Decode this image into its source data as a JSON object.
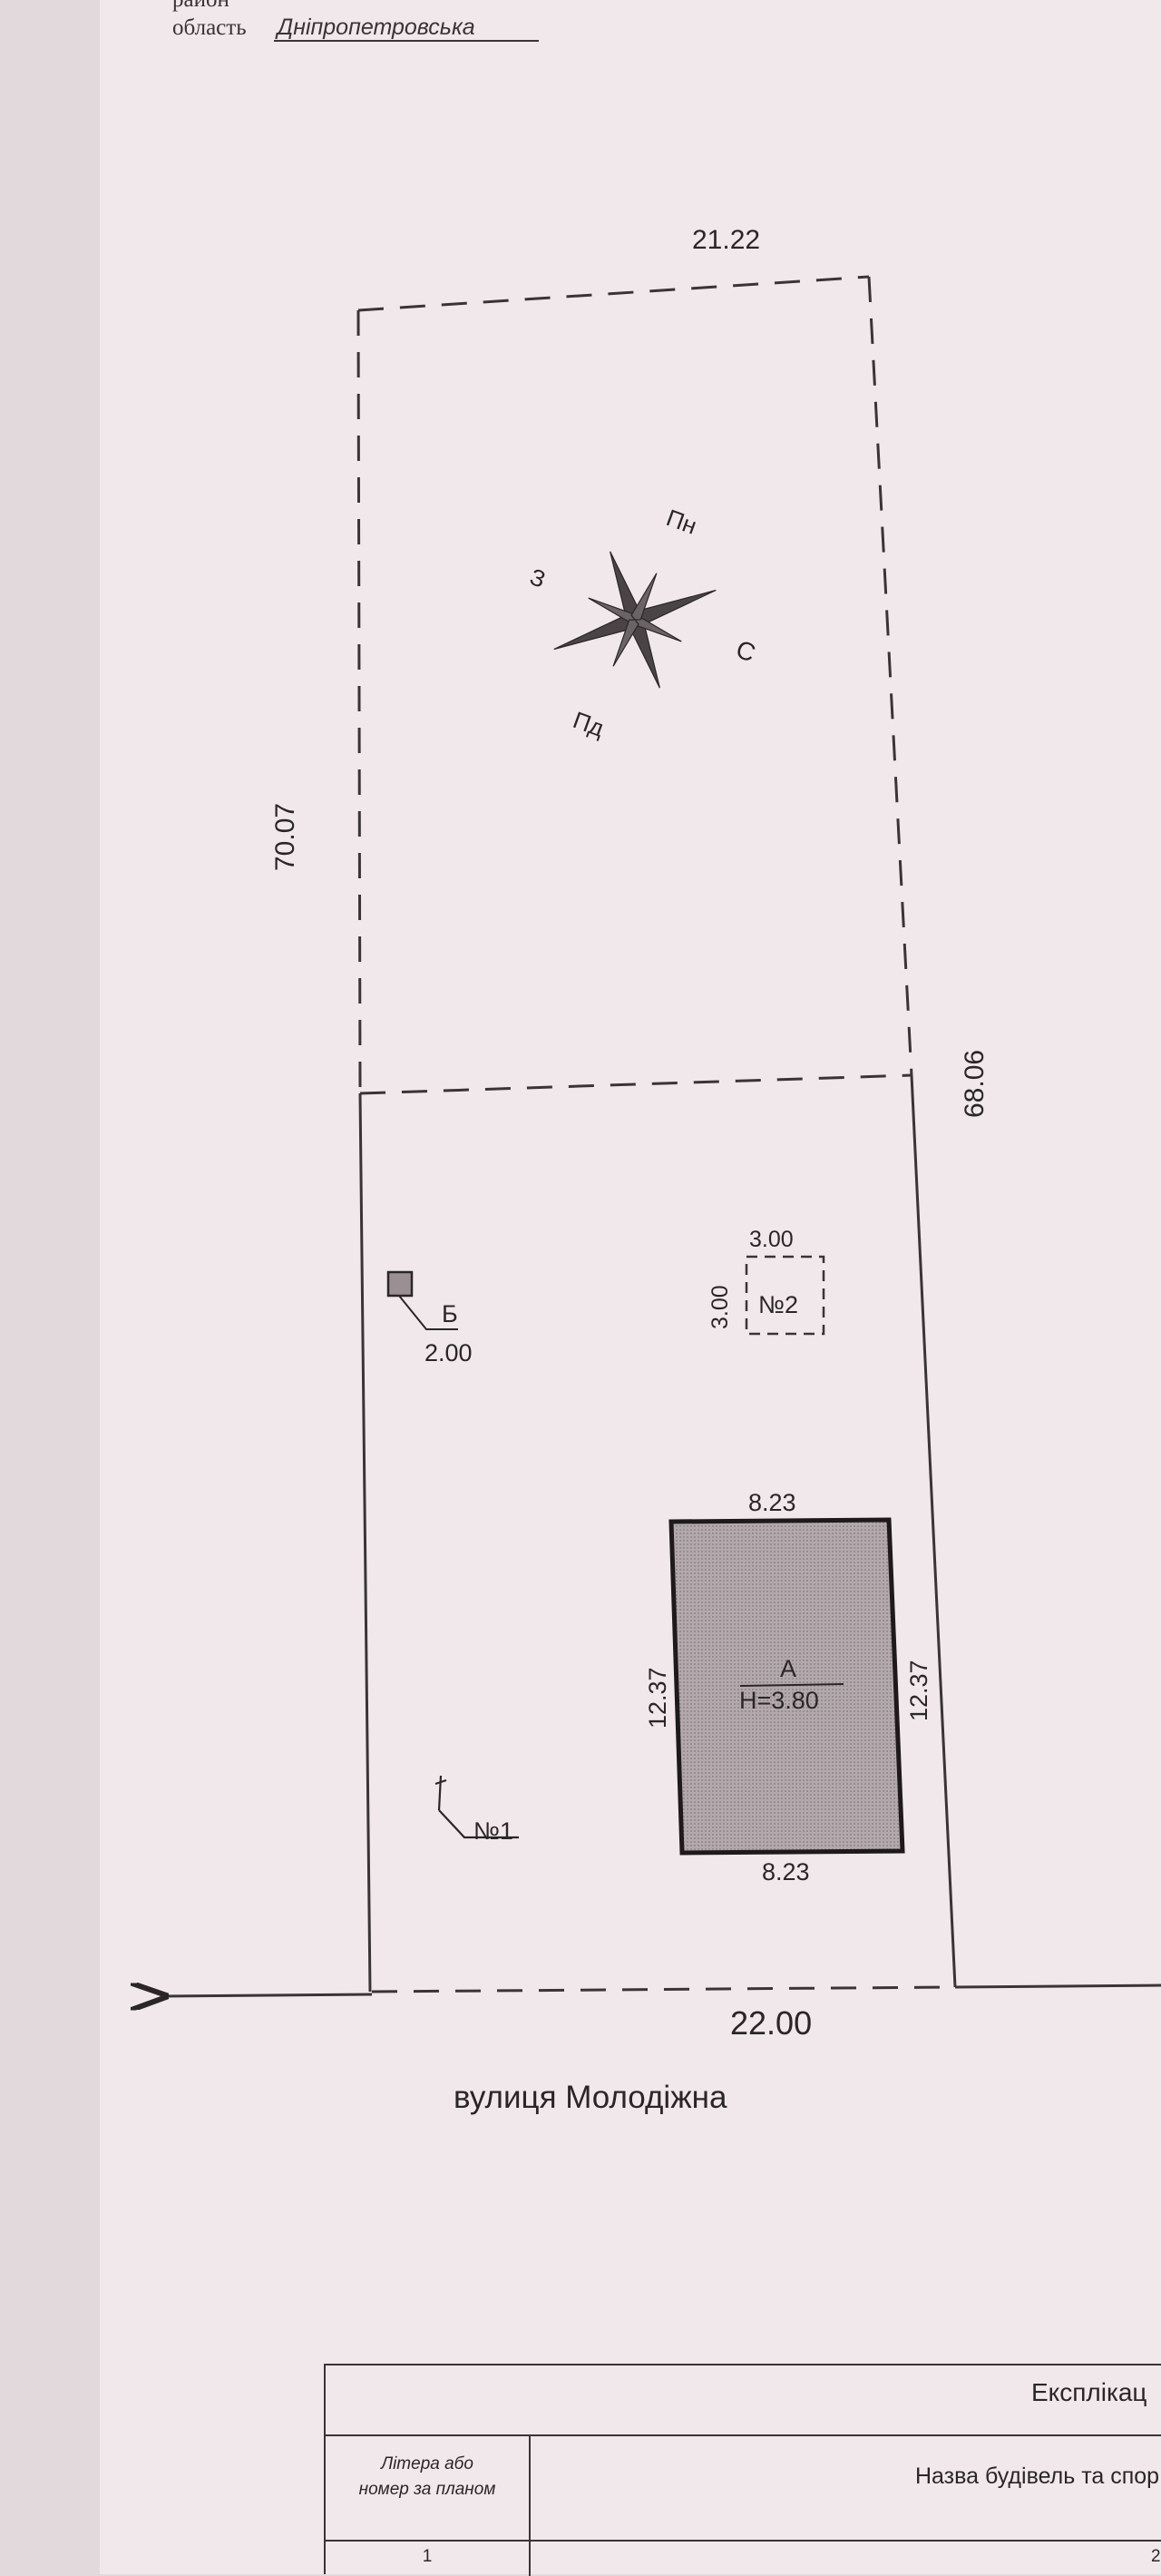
{
  "header": {
    "rayon_label": "район",
    "oblast_label": "область",
    "oblast_value": "Дніпропетровська"
  },
  "plot": {
    "top_width": "21.22",
    "left_length": "70.07",
    "right_length": "68.06",
    "front_width": "22.00"
  },
  "compass": {
    "north": "Пн",
    "south": "Пд",
    "east": "С",
    "west": "З"
  },
  "buildings": {
    "a": {
      "letter": "А",
      "height": "Н=3.80",
      "width_top": "8.23",
      "width_bottom": "8.23",
      "length_left": "12.37",
      "length_right": "12.37"
    },
    "no2": {
      "label": "№2",
      "width": "3.00",
      "length": "3.00"
    },
    "b": {
      "letter": "Б",
      "size": "2.00"
    },
    "no1": {
      "label": "№1"
    }
  },
  "street": "вулиця Молодіжна",
  "table": {
    "title": "Експлікац",
    "col1_header_line1": "Літера або",
    "col1_header_line2": "номер за планом",
    "col2_header": "Назва будівель та спор",
    "row1_col1": "1",
    "row1_col2": "2"
  },
  "colors": {
    "paper": "#f1e8eb",
    "ink": "#2a2628",
    "building_fill": "#a89ea2"
  }
}
